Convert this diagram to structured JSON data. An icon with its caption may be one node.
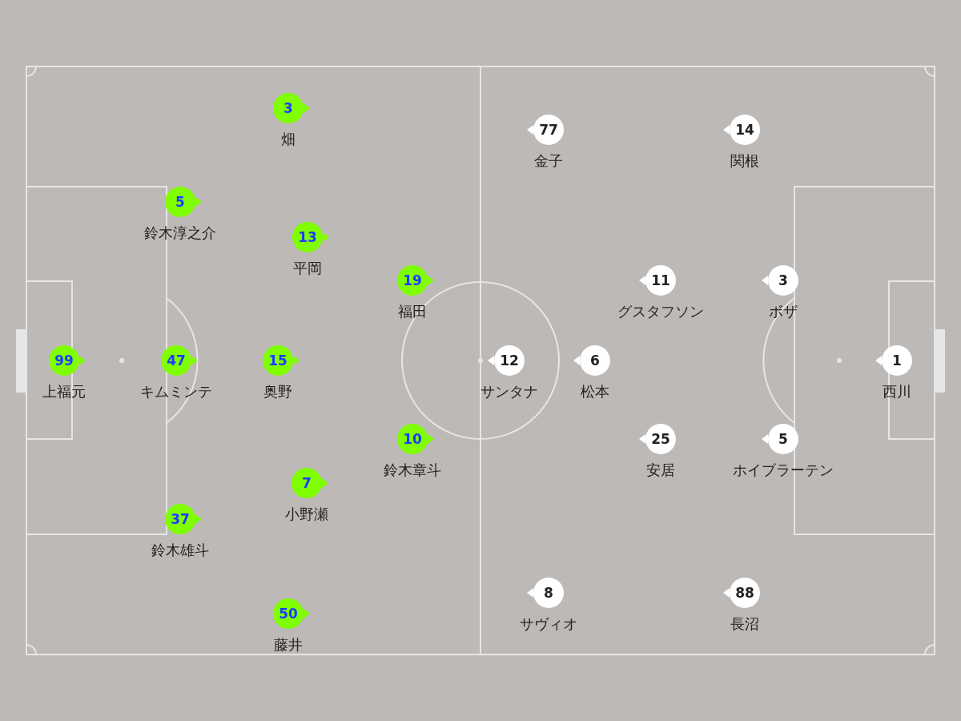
{
  "diagram": {
    "nodes": [
      {
        "text": [
          "3"
        ],
        "beside": [
          "畑"
        ]
      },
      {
        "text": [
          "5"
        ],
        "beside": [
          "鈴木淳之介"
        ]
      },
      {
        "text": [
          "13"
        ],
        "beside": [
          "平岡"
        ]
      },
      {
        "text": [
          "19"
        ],
        "beside": [
          "福田"
        ]
      },
      {
        "text": [
          "99"
        ],
        "beside": [
          "上福元"
        ]
      },
      {
        "text": [
          "47"
        ],
        "beside": [
          "キムミンテ"
        ]
      },
      {
        "text": [
          "15"
        ],
        "beside": [
          "奥野"
        ]
      },
      {
        "text": [
          "10"
        ],
        "beside": [
          "鈴木章斗"
        ]
      },
      {
        "text": [
          "7"
        ],
        "beside": [
          "小野瀬"
        ]
      },
      {
        "text": [
          "37"
        ],
        "beside": [
          "鈴木雄斗"
        ]
      },
      {
        "text": [
          "50"
        ],
        "beside": [
          "藤井"
        ]
      },
      {
        "text": [
          "77"
        ],
        "beside": [
          "金子"
        ]
      },
      {
        "text": [
          "14"
        ],
        "beside": [
          "関根"
        ]
      },
      {
        "text": [
          "11"
        ],
        "beside": [
          "グスタフソン"
        ]
      },
      {
        "text": [
          "3"
        ],
        "beside": [
          "ボザ"
        ]
      },
      {
        "text": [
          "12"
        ],
        "beside": [
          "サンタナ"
        ]
      },
      {
        "text": [
          "6"
        ],
        "beside": [
          "松本"
        ]
      },
      {
        "text": [
          "1"
        ],
        "beside": [
          "西川"
        ]
      },
      {
        "text": [
          "25"
        ],
        "beside": [
          "安居"
        ]
      },
      {
        "text": [
          "5"
        ],
        "beside": [
          "ホイブラーテン"
        ]
      },
      {
        "text": [
          "8"
        ],
        "beside": [
          "サヴィオ"
        ]
      },
      {
        "text": [
          "88"
        ],
        "beside": [
          "長沼"
        ]
      }
    ]
  }
}
